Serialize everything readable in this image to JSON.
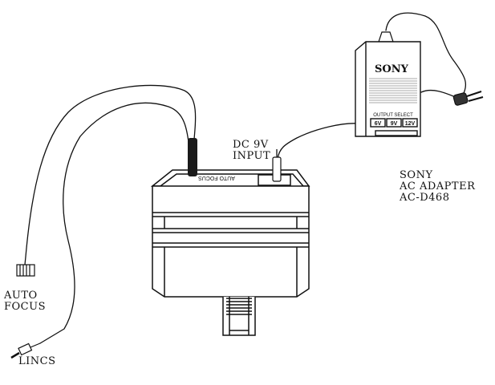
{
  "labels": {
    "dc_line1": "DC 9V",
    "dc_line2": "INPUT",
    "sony_line1": "SONY",
    "sony_line2": "AC ADAPTER",
    "sony_line3": "AC-D468",
    "auto_line1": "AUTO",
    "auto_line2": "FOCUS",
    "lincs": "LINCS"
  },
  "adapter": {
    "brand": "SONY",
    "output_select": "OUTPUT SELECT",
    "options": [
      "6V",
      "9V",
      "12V"
    ]
  },
  "unit": {
    "top_text": "AUTO FOCUS"
  }
}
